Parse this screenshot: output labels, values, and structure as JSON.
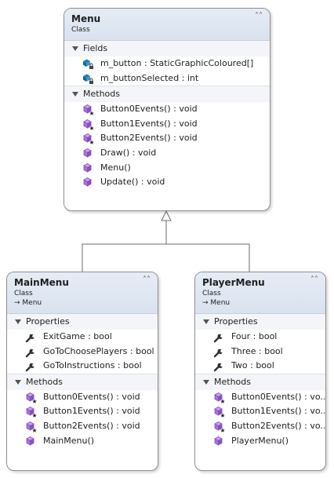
{
  "classes": {
    "menu": {
      "name": "Menu",
      "stereotype": "Class",
      "sections": [
        {
          "label": "Fields",
          "members": [
            {
              "text": "m_button : StaticGraphicColoured[]",
              "icon": "private-field-icon"
            },
            {
              "text": "m_buttonSelected : int",
              "icon": "private-field-icon"
            }
          ]
        },
        {
          "label": "Methods",
          "members": [
            {
              "text": "Button0Events() : void",
              "icon": "protected-method-icon"
            },
            {
              "text": "Button1Events() : void",
              "icon": "protected-method-icon"
            },
            {
              "text": "Button2Events() : void",
              "icon": "protected-method-icon"
            },
            {
              "text": "Draw() : void",
              "icon": "public-method-icon"
            },
            {
              "text": "Menu()",
              "icon": "public-method-icon"
            },
            {
              "text": "Update() : void",
              "icon": "public-method-icon"
            }
          ]
        }
      ]
    },
    "mainmenu": {
      "name": "MainMenu",
      "stereotype": "Class",
      "base": "→ Menu",
      "sections": [
        {
          "label": "Properties",
          "members": [
            {
              "text": "ExitGame : bool",
              "icon": "property-wrench-icon"
            },
            {
              "text": "GoToChoosePlayers : bool",
              "icon": "property-wrench-icon"
            },
            {
              "text": "GoToInstructions : bool",
              "icon": "property-wrench-icon"
            }
          ]
        },
        {
          "label": "Methods",
          "members": [
            {
              "text": "Button0Events() : void",
              "icon": "protected-method-icon"
            },
            {
              "text": "Button1Events() : void",
              "icon": "protected-method-icon"
            },
            {
              "text": "Button2Events() : void",
              "icon": "protected-method-icon"
            },
            {
              "text": "MainMenu()",
              "icon": "public-method-icon"
            }
          ]
        }
      ]
    },
    "playermenu": {
      "name": "PlayerMenu",
      "stereotype": "Class",
      "base": "→ Menu",
      "sections": [
        {
          "label": "Properties",
          "members": [
            {
              "text": "Four : bool",
              "icon": "property-wrench-icon"
            },
            {
              "text": "Three : bool",
              "icon": "property-wrench-icon"
            },
            {
              "text": "Two : bool",
              "icon": "property-wrench-icon"
            }
          ]
        },
        {
          "label": "Methods",
          "members": [
            {
              "text": "Button0Events() : vo...",
              "icon": "protected-method-icon"
            },
            {
              "text": "Button1Events() : vo...",
              "icon": "protected-method-icon"
            },
            {
              "text": "Button2Events() : vo...",
              "icon": "protected-method-icon"
            },
            {
              "text": "PlayerMenu()",
              "icon": "public-method-icon"
            }
          ]
        }
      ]
    }
  },
  "colors": {
    "header": "#dce4f0",
    "border": "#8f8f8f",
    "method_icon": "#8a4fc1",
    "field_icon": "#1f7fb5",
    "wrench_icon": "#333333"
  }
}
